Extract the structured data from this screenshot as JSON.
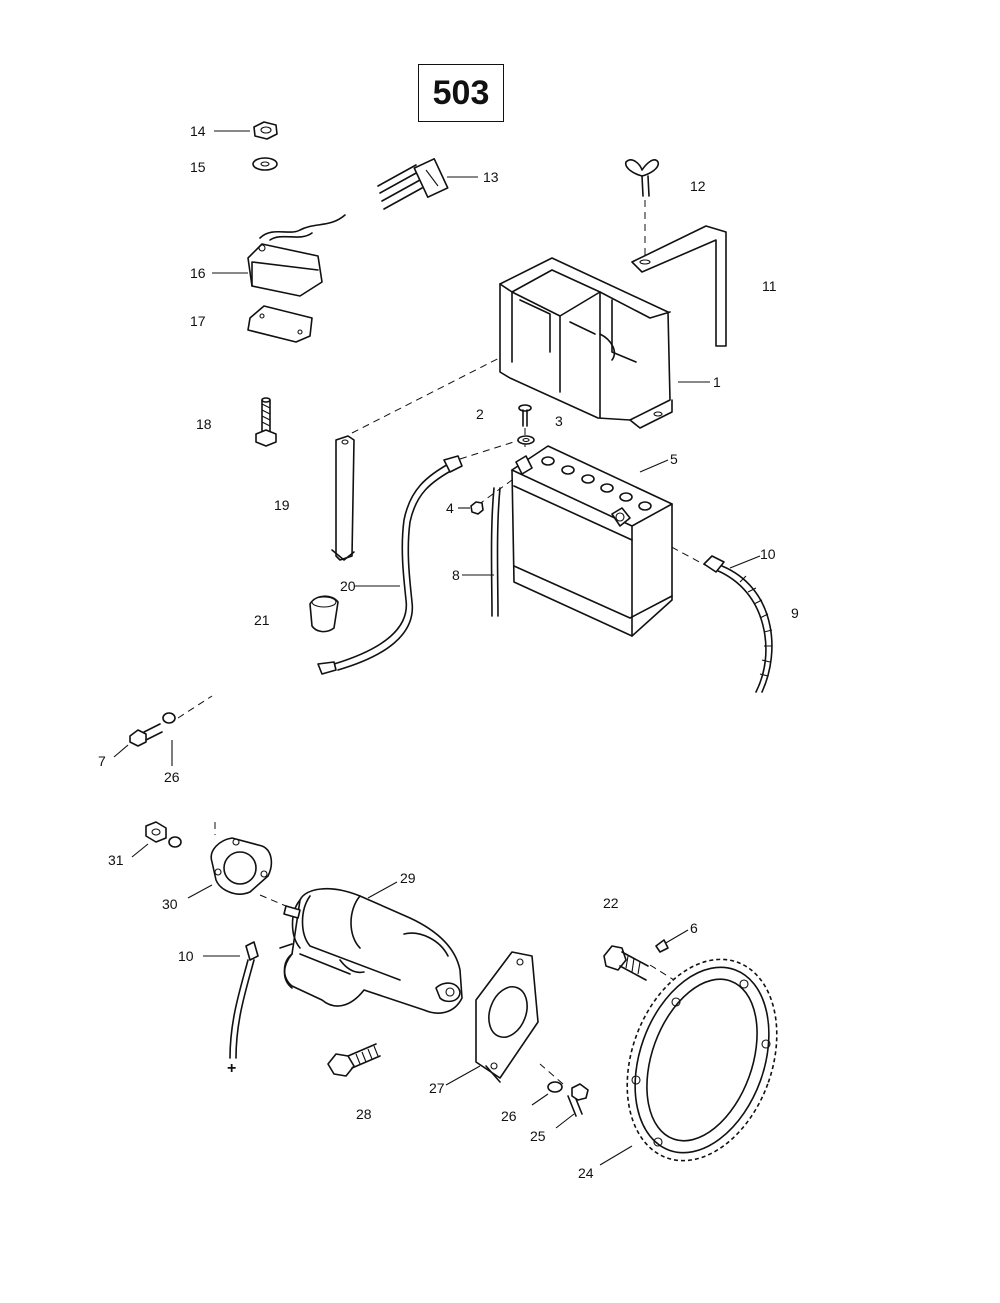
{
  "diagram_number": "503",
  "callouts": {
    "c1": "1",
    "c2": "2",
    "c3": "3",
    "c4": "4",
    "c5": "5",
    "c6": "6",
    "c7": "7",
    "c8": "8",
    "c9": "9",
    "c10a": "10",
    "c10b": "10",
    "c11": "11",
    "c12": "12",
    "c13": "13",
    "c14": "14",
    "c15": "15",
    "c16": "16",
    "c17": "17",
    "c18": "18",
    "c19": "19",
    "c20": "20",
    "c21": "21",
    "c22": "22",
    "c24": "24",
    "c25": "25",
    "c26a": "26",
    "c26b": "26",
    "c27": "27",
    "c28": "28",
    "c29": "29",
    "c30": "30",
    "c31": "31"
  },
  "plus_sign": "+"
}
